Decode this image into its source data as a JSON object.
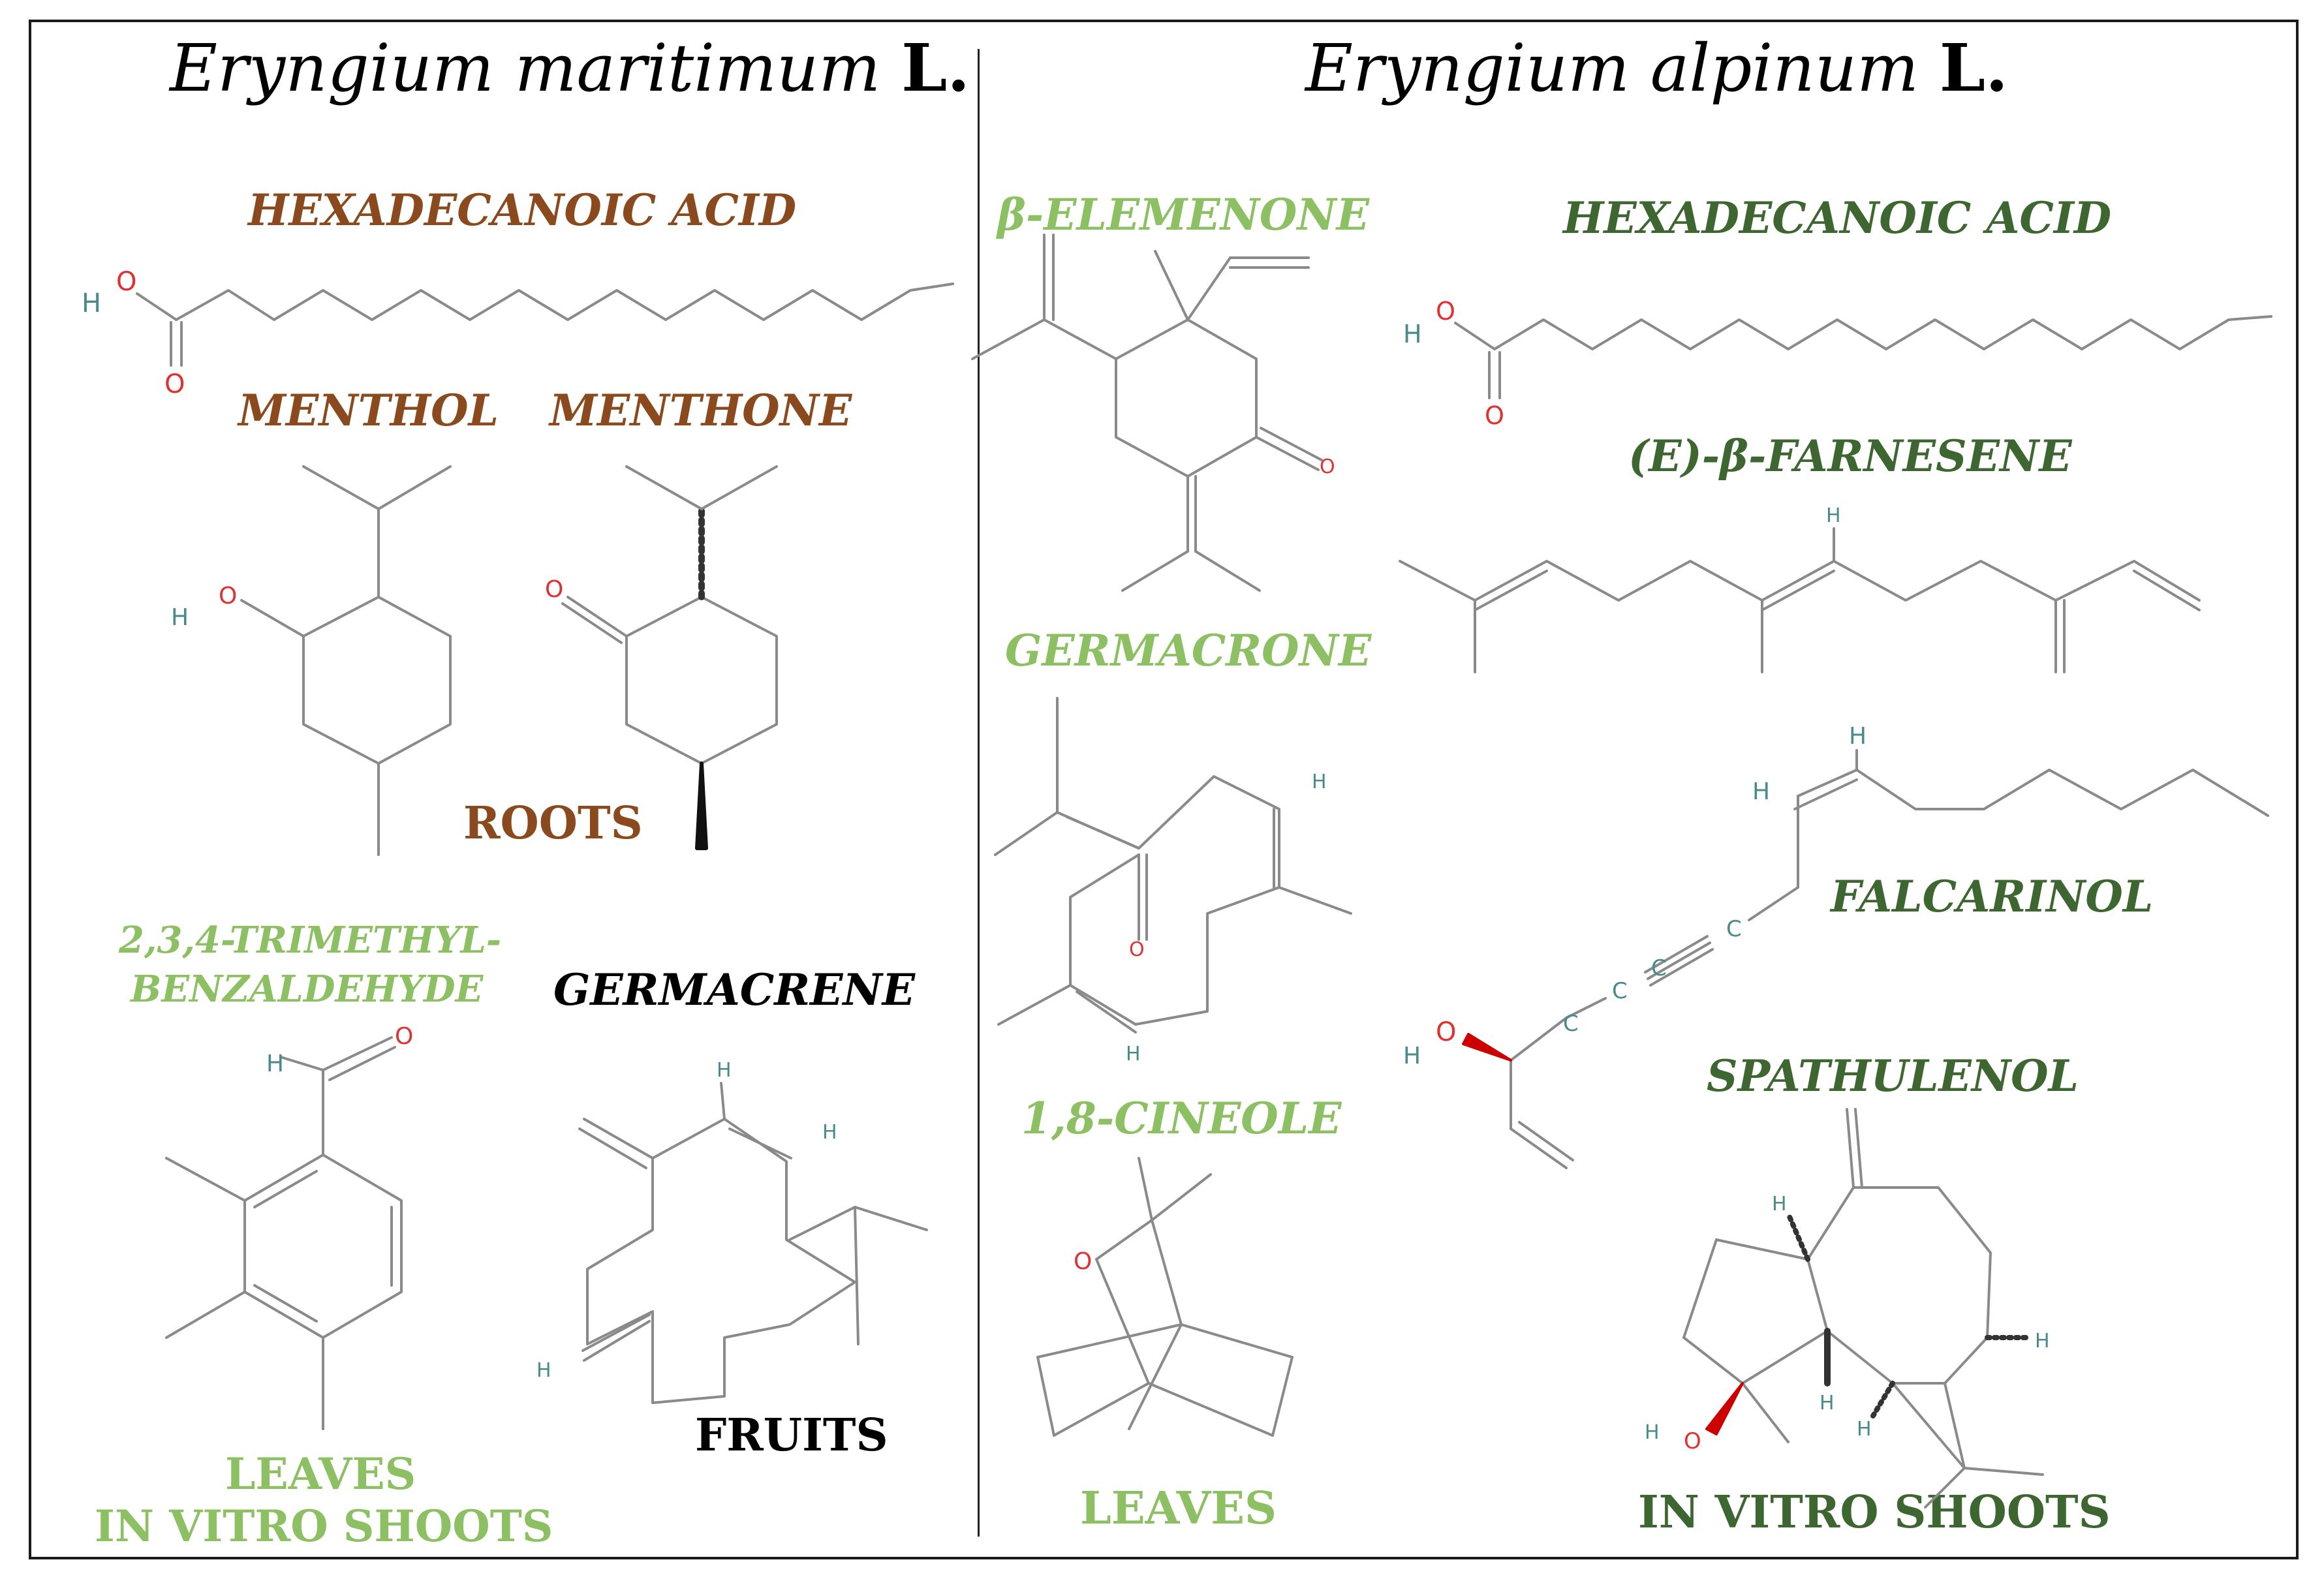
{
  "titles": {
    "left": {
      "species": "Eryngium maritimum",
      "author": "L."
    },
    "right": {
      "species": "Eryngium alpinum",
      "author": "L."
    }
  },
  "left_panel": {
    "roots": {
      "compounds": [
        "HEXADECANOIC ACID",
        "MENTHOL",
        "MENTHONE"
      ],
      "organ": "ROOTS"
    },
    "leaves": {
      "compound_line1": "2,3,4-TRIMETHYL-",
      "compound_line2": "BENZALDEHYDE",
      "organ_line1": "LEAVES",
      "organ_line2": "IN VITRO SHOOTS"
    },
    "fruits": {
      "compound": "GERMACRENE",
      "organ": "FRUITS"
    }
  },
  "right_panel": {
    "leaves": {
      "compounds": [
        "β-ELEMENONE",
        "GERMACRONE",
        "1,8-CINEOLE"
      ],
      "organ": "LEAVES"
    },
    "in_vitro_shoots": {
      "compounds": [
        "HEXADECANOIC ACID",
        "(E)-β-FARNESENE",
        "FALCARINOL",
        "SPATHULENOL"
      ],
      "organ": "IN VITRO SHOOTS"
    }
  },
  "atoms": {
    "oxygen": "O",
    "hydrogen": "H",
    "carbon": "C"
  },
  "colors": {
    "brown": "#8b4a1d",
    "light_green": "#8cc063",
    "dark_green": "#3d6630",
    "bond_gray": "#8a8a8a",
    "oxygen_red": "#e03030"
  }
}
